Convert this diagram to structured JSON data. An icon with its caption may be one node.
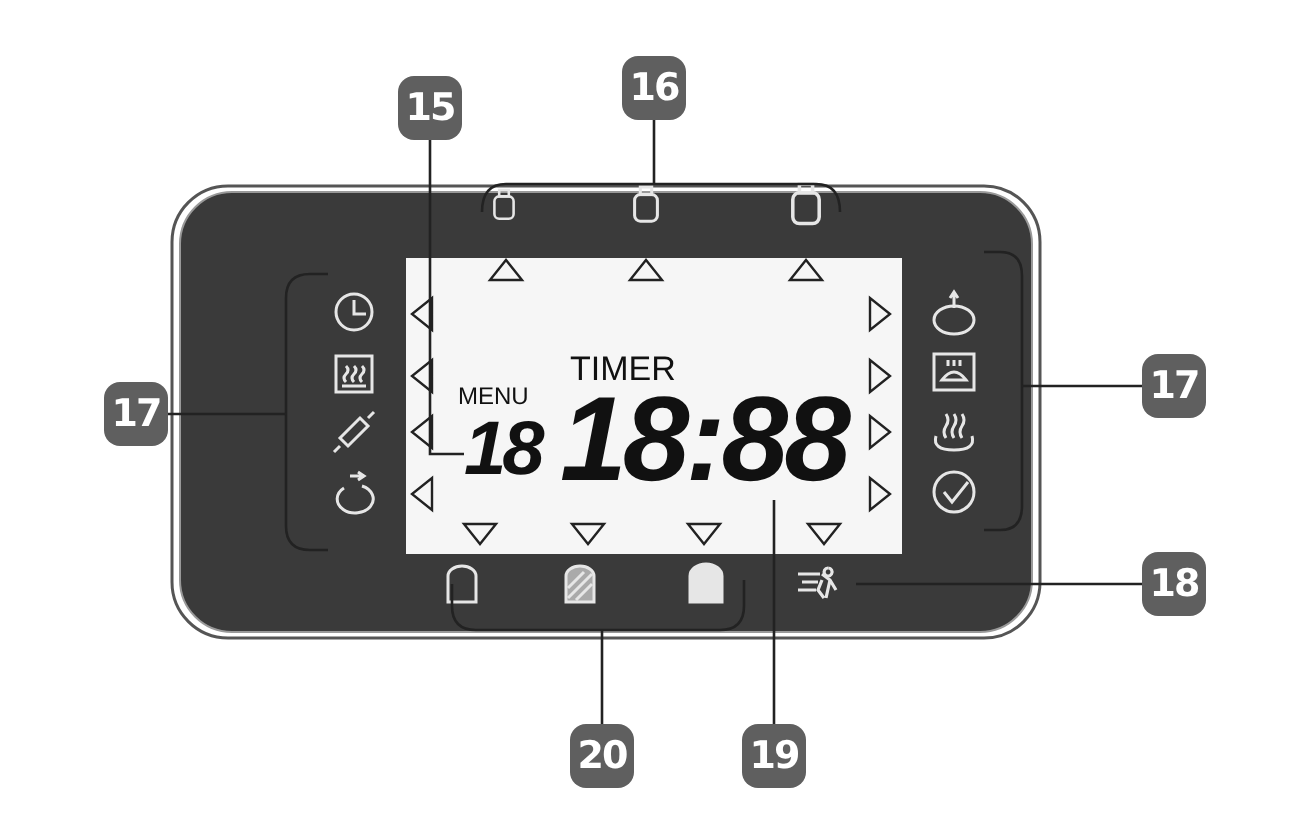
{
  "diagram": {
    "nodes": [
      {
        "text": [
          "15"
        ]
      },
      {
        "text": [
          "16"
        ]
      },
      {
        "text": [
          "17"
        ]
      },
      {
        "text": [
          "17"
        ]
      },
      {
        "text": [
          "18"
        ]
      },
      {
        "text": [
          "19"
        ]
      },
      {
        "text": [
          "20"
        ]
      },
      {
        "text": [
          "18"
        ]
      },
      {
        "text": [
          "18:88"
        ]
      },
      {
        "text": [],
        "shape": "icon"
      },
      {
        "text": [],
        "shape": "bracket"
      },
      {
        "text": [],
        "shape": "bracket"
      },
      {
        "text": [],
        "shape": "bracket"
      },
      {
        "text": [],
        "shape": "bracket"
      }
    ],
    "edges": [
      {
        "from": 0,
        "to": 7,
        "arrow": "none"
      },
      {
        "from": 1,
        "to": 10,
        "arrow": "none"
      },
      {
        "from": 2,
        "to": 11,
        "arrow": "none"
      },
      {
        "from": 3,
        "to": 12,
        "arrow": "none"
      },
      {
        "from": 4,
        "to": 9,
        "arrow": "none"
      },
      {
        "from": 5,
        "to": 8,
        "arrow": "none"
      },
      {
        "from": 6,
        "to": 13,
        "arrow": "none"
      }
    ],
    "labels": [
      "TIMER",
      "MENU"
    ]
  }
}
